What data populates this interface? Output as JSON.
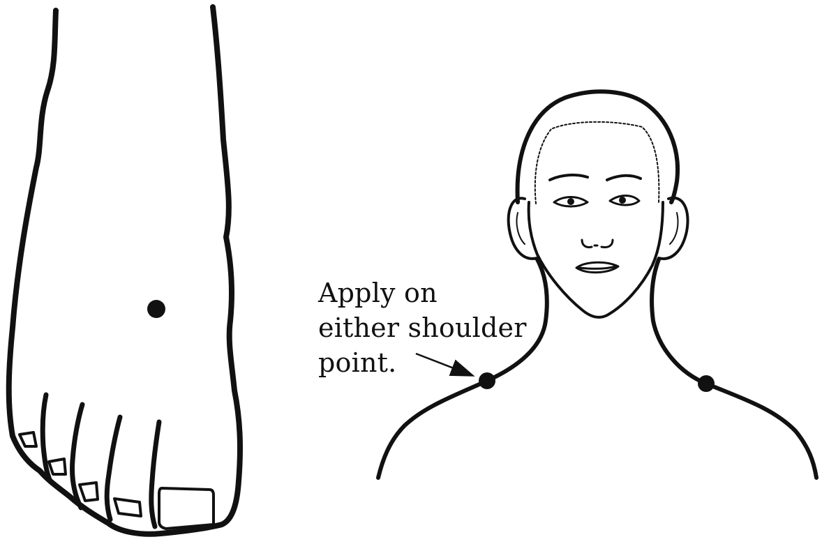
{
  "annotation": {
    "lines": [
      "Apply on",
      "either shoulder",
      "point."
    ]
  },
  "colors": {
    "ink": "#111111",
    "background": "#ffffff"
  },
  "icons": {
    "foot": "foot-icon",
    "head": "head-and-shoulders-icon",
    "point": "acupressure-point-icon",
    "arrow": "arrow-icon"
  }
}
